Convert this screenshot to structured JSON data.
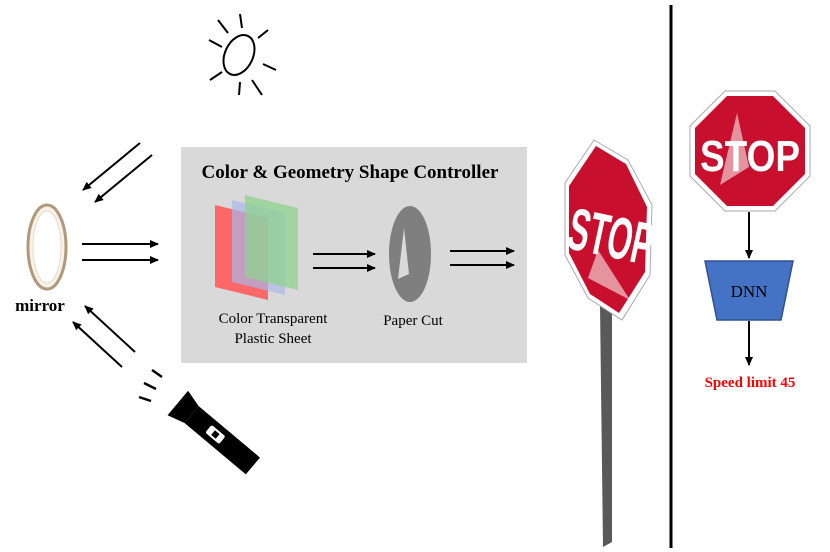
{
  "controller": {
    "title": "Color & Geometry Shape Controller",
    "sheet_label_line1": "Color Transparent",
    "sheet_label_line2": "Plastic Sheet",
    "papercut_label": "Paper Cut"
  },
  "mirror": {
    "label": "mirror"
  },
  "stop_sign": {
    "text": "STOP"
  },
  "pipeline": {
    "model_label": "DNN",
    "output_label": "Speed limit 45"
  },
  "colors": {
    "stop_red": "#c8102e",
    "controller_bg": "#d9d9d9",
    "dnn_blue": "#4472c4",
    "output_red": "#ff0000",
    "sheet_red": "#ff5a5a",
    "sheet_blue": "#a9b8e8",
    "sheet_green": "#8fd18f"
  },
  "icons": {
    "light_source": "sun-icon",
    "torch": "flashlight-icon",
    "reflector": "mirror-icon"
  }
}
